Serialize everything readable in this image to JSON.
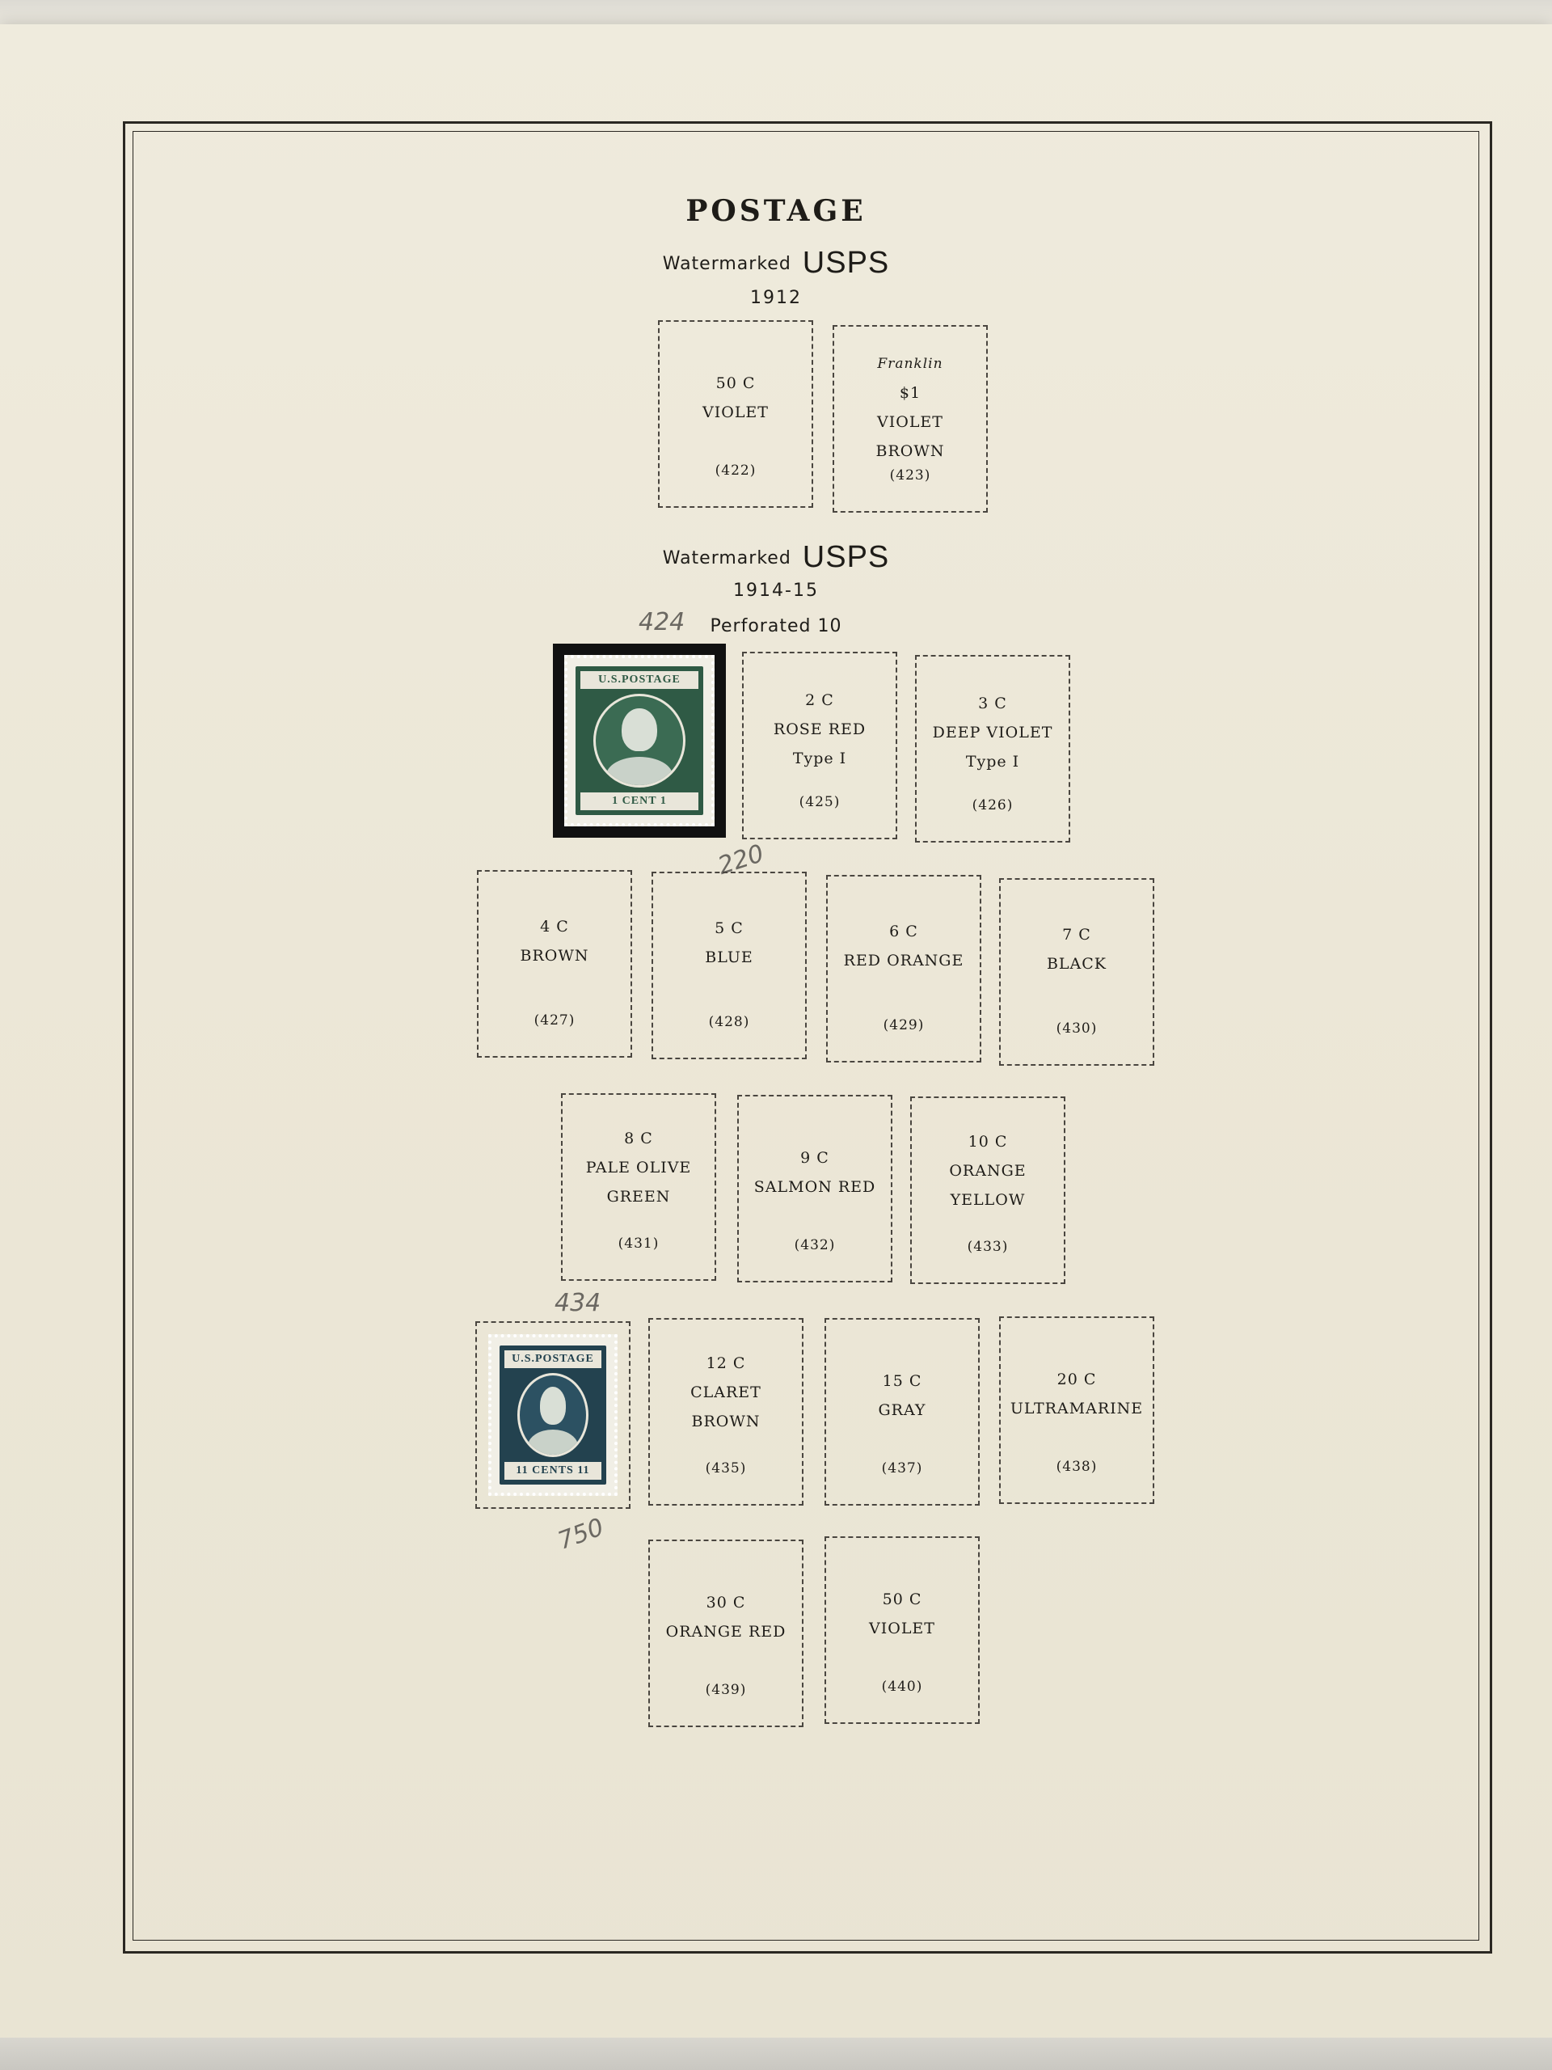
{
  "page": {
    "title": "POSTAGE",
    "sections": [
      {
        "watermark_text": "Watermarked",
        "watermark_mark": "USPS",
        "years": "1912",
        "note": ""
      },
      {
        "watermark_text": "Watermarked",
        "watermark_mark": "USPS",
        "years": "1914-15",
        "note": "Perforated 10"
      }
    ]
  },
  "boxes": [
    {
      "id": "422",
      "lines": [
        "50 C",
        "VIOLET"
      ],
      "italic": "",
      "cat": "(422)"
    },
    {
      "id": "423",
      "lines": [
        "$1",
        "VIOLET",
        "BROWN"
      ],
      "italic": "Franklin",
      "cat": "(423)"
    },
    {
      "id": "425",
      "lines": [
        "2 C",
        "ROSE RED",
        "Type I"
      ],
      "italic": "",
      "cat": "(425)"
    },
    {
      "id": "426",
      "lines": [
        "3 C",
        "DEEP VIOLET",
        "Type I"
      ],
      "italic": "",
      "cat": "(426)"
    },
    {
      "id": "427",
      "lines": [
        "4 C",
        "BROWN"
      ],
      "italic": "",
      "cat": "(427)"
    },
    {
      "id": "428",
      "lines": [
        "5 C",
        "BLUE"
      ],
      "italic": "",
      "cat": "(428)"
    },
    {
      "id": "429",
      "lines": [
        "6 C",
        "RED ORANGE"
      ],
      "italic": "",
      "cat": "(429)"
    },
    {
      "id": "430",
      "lines": [
        "7 C",
        "BLACK"
      ],
      "italic": "",
      "cat": "(430)"
    },
    {
      "id": "431",
      "lines": [
        "8 C",
        "PALE OLIVE",
        "GREEN"
      ],
      "italic": "",
      "cat": "(431)"
    },
    {
      "id": "432",
      "lines": [
        "9 C",
        "SALMON RED"
      ],
      "italic": "",
      "cat": "(432)"
    },
    {
      "id": "433",
      "lines": [
        "10 C",
        "ORANGE",
        "YELLOW"
      ],
      "italic": "",
      "cat": "(433)"
    },
    {
      "id": "435",
      "lines": [
        "12 C",
        "CLARET",
        "BROWN"
      ],
      "italic": "",
      "cat": "(435)"
    },
    {
      "id": "437",
      "lines": [
        "15 C",
        "GRAY"
      ],
      "italic": "",
      "cat": "(437)"
    },
    {
      "id": "438",
      "lines": [
        "20 C",
        "ULTRAMARINE"
      ],
      "italic": "",
      "cat": "(438)"
    },
    {
      "id": "439",
      "lines": [
        "30 C",
        "ORANGE RED"
      ],
      "italic": "",
      "cat": "(439)"
    },
    {
      "id": "440",
      "lines": [
        "50 C",
        "VIOLET"
      ],
      "italic": "",
      "cat": "(440)"
    }
  ],
  "stamps": [
    {
      "id": "424",
      "top_label": "U.S.POSTAGE",
      "bottom_label": "1 CENT 1",
      "color": "#2f5a45"
    },
    {
      "id": "434",
      "top_label": "U.S.POSTAGE",
      "bottom_label": "11 CENTS 11",
      "color": "#23424f"
    }
  ],
  "pencil_notes": [
    {
      "id": "n424",
      "text": "424"
    },
    {
      "id": "n220",
      "text": "220"
    },
    {
      "id": "n434",
      "text": "434"
    },
    {
      "id": "n750",
      "text": "750"
    }
  ]
}
